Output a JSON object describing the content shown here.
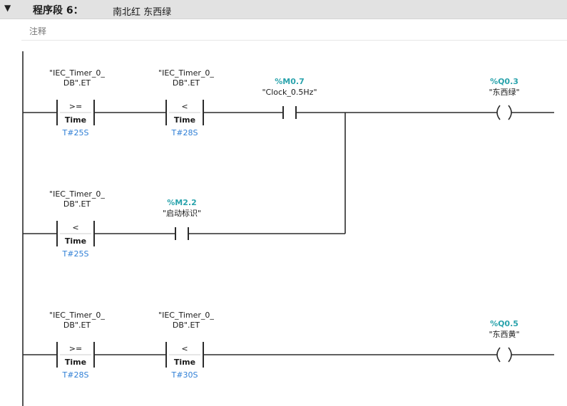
{
  "network": {
    "collapse_glyph": "▼",
    "title": "程序段 6：",
    "name": "南北红 东西绿",
    "comment_placeholder": "注释"
  },
  "rungs": [
    {
      "compares": [
        {
          "var1": "\"IEC_Timer_0_",
          "var2": "DB\".ET",
          "op": ">=",
          "type": "Time",
          "pv": "T#25S"
        },
        {
          "var1": "\"IEC_Timer_0_",
          "var2": "DB\".ET",
          "op": "<",
          "type": "Time",
          "pv": "T#28S"
        }
      ],
      "contact": {
        "address": "%M0.7",
        "tag": "\"Clock_0.5Hz\""
      },
      "coil": {
        "address": "%Q0.3",
        "tag": "\"东西绿\""
      }
    },
    {
      "compares": [
        {
          "var1": "\"IEC_Timer_0_",
          "var2": "DB\".ET",
          "op": "<",
          "type": "Time",
          "pv": "T#25S"
        }
      ],
      "contact": {
        "address": "%M2.2",
        "tag": "\"启动标识\""
      }
    },
    {
      "compares": [
        {
          "var1": "\"IEC_Timer_0_",
          "var2": "DB\".ET",
          "op": ">=",
          "type": "Time",
          "pv": "T#28S"
        },
        {
          "var1": "\"IEC_Timer_0_",
          "var2": "DB\".ET",
          "op": "<",
          "type": "Time",
          "pv": "T#30S"
        }
      ],
      "coil": {
        "address": "%Q0.5",
        "tag": "\"东西黄\""
      }
    }
  ]
}
